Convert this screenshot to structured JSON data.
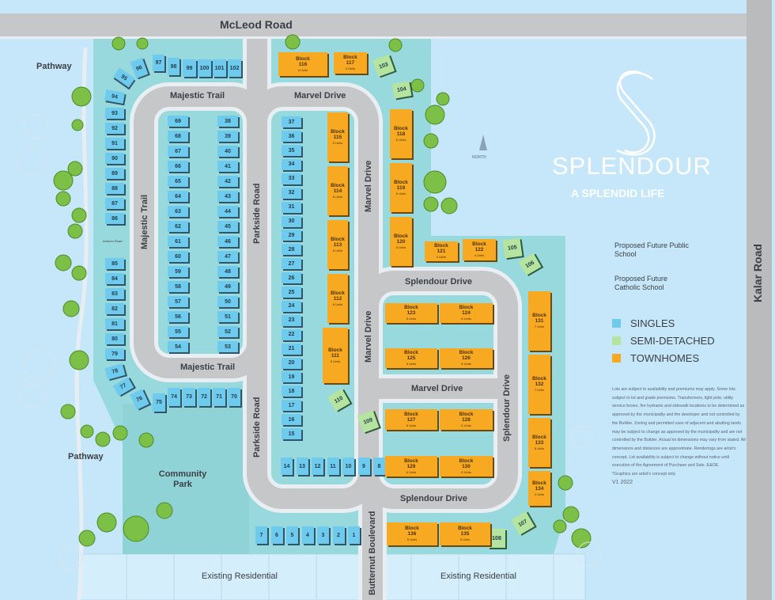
{
  "roads": {
    "mcleod": "McLeod Road",
    "kalar": "Kalar Road",
    "majestic_top": "Majestic Trail",
    "majestic_left": "Majestic Trail",
    "majestic_bottom": "Majestic Trail",
    "parkside_top": "Parkside Road",
    "parkside_bottom": "Parkside Road",
    "marvel_top": "Marvel Drive",
    "marvel_right_top": "Marvel Drive",
    "marvel_right_bottom": "Marvel Drive",
    "marvel_lower": "Marvel Drive",
    "splendour_top": "Splendour Drive",
    "splendour_right": "Splendour Drive",
    "splendour_bottom": "Splendour Drive",
    "butternut": "Butternut Boulevard",
    "autumn": "Autumn Road"
  },
  "areas": {
    "pathway_top": "Pathway",
    "pathway_bottom": "Pathway",
    "community_park": "Community Park",
    "residential_left": "Existing Residential",
    "residential_right": "Existing Residential",
    "north": "NORTH",
    "public_school": "Proposed Future Public School",
    "catholic_school": "Proposed Future Catholic School"
  },
  "logo": {
    "name": "SPLENDOUR",
    "tagline": "A SPLENDID LIFE"
  },
  "legend": [
    {
      "label": "SINGLES",
      "color": "#6fcbee"
    },
    {
      "label": "SEMI-DETACHED",
      "color": "#b5e3a0"
    },
    {
      "label": "TOWNHOMES",
      "color": "#f8a922"
    }
  ],
  "disclaimer": "Lots are subject to availability and premiums may apply. Some lots subject to lot and grade premiums. Transformers, light pole, utility service boxes, fire hydrants and sidewalk locations to be determined as approved by the municipality and the developer and not controlled by the Builder. Zoning and permitted uses of adjacent and abutting lands may be subject to change as approved by the municipality and are not controlled by the Builder. Actual lot dimensions may vary from stated. All dimensions and distances are approximate. Renderings are artist's concept. Lot availability is subject to change without notice until execution of the Agreement of Purchase and Sale. E&OE.",
  "graphics_note": "*Graphics are artist's concept only",
  "version": "V1 2022",
  "lots": {
    "singles": [
      "1",
      "2",
      "3",
      "4",
      "5",
      "6",
      "7",
      "8",
      "9",
      "10",
      "11",
      "12",
      "13",
      "14",
      "15",
      "16",
      "17",
      "18",
      "19",
      "20",
      "21",
      "22",
      "23",
      "24",
      "25",
      "26",
      "27",
      "28",
      "29",
      "30",
      "31",
      "32",
      "33",
      "34",
      "35",
      "36",
      "37",
      "38",
      "39",
      "40",
      "41",
      "42",
      "43",
      "44",
      "45",
      "46",
      "47",
      "48",
      "49",
      "50",
      "51",
      "52",
      "53",
      "54",
      "55",
      "56",
      "57",
      "58",
      "59",
      "60",
      "61",
      "62",
      "63",
      "64",
      "65",
      "66",
      "67",
      "68",
      "69",
      "70",
      "71",
      "72",
      "73",
      "74",
      "75",
      "76",
      "77",
      "78",
      "79",
      "80",
      "81",
      "82",
      "83",
      "84",
      "85",
      "86",
      "87",
      "88",
      "89",
      "90",
      "91",
      "92",
      "93",
      "94",
      "95",
      "96",
      "97",
      "98",
      "99",
      "100",
      "101",
      "102"
    ],
    "semis": [
      "103",
      "104",
      "105",
      "106",
      "107",
      "108",
      "109",
      "110"
    ],
    "townhomes": [
      {
        "id": "111",
        "block": "Block 111",
        "units": "6 Units"
      },
      {
        "id": "112",
        "block": "Block 112",
        "units": "6 Units"
      },
      {
        "id": "113",
        "block": "Block 113",
        "units": "6 Units"
      },
      {
        "id": "114",
        "block": "Block 114",
        "units": "6 Units"
      },
      {
        "id": "115",
        "block": "Block 115",
        "units": "6 Units"
      },
      {
        "id": "116",
        "block": "Block 116",
        "units": "6 Units"
      },
      {
        "id": "117",
        "block": "Block 117",
        "units": "4 Units"
      },
      {
        "id": "118",
        "block": "Block 118",
        "units": "6 Units"
      },
      {
        "id": "119",
        "block": "Block 119",
        "units": "6 Units"
      },
      {
        "id": "120",
        "block": "Block 120",
        "units": "6 Units"
      },
      {
        "id": "121",
        "block": "Block 121",
        "units": "4 Units"
      },
      {
        "id": "122",
        "block": "Block 122",
        "units": "4 Units"
      },
      {
        "id": "123",
        "block": "Block 123",
        "units": "6 Units"
      },
      {
        "id": "124",
        "block": "Block 124",
        "units": "6 Units"
      },
      {
        "id": "125",
        "block": "Block 125",
        "units": "6 Units"
      },
      {
        "id": "126",
        "block": "Block 126",
        "units": "6 Units"
      },
      {
        "id": "127",
        "block": "Block 127",
        "units": "6 Units"
      },
      {
        "id": "128",
        "block": "Block 128",
        "units": "6 Units"
      },
      {
        "id": "129",
        "block": "Block 129",
        "units": "6 Units"
      },
      {
        "id": "130",
        "block": "Block 130",
        "units": "6 Units"
      },
      {
        "id": "131",
        "block": "Block 131",
        "units": "7 Units"
      },
      {
        "id": "132",
        "block": "Block 132",
        "units": "7 Units"
      },
      {
        "id": "133",
        "block": "Block 133",
        "units": "6 Units"
      },
      {
        "id": "134",
        "block": "Block 134",
        "units": "4 Units"
      },
      {
        "id": "135",
        "block": "Block 135",
        "units": "5 Units"
      },
      {
        "id": "136",
        "block": "Block 136",
        "units": "5 Units"
      }
    ]
  }
}
